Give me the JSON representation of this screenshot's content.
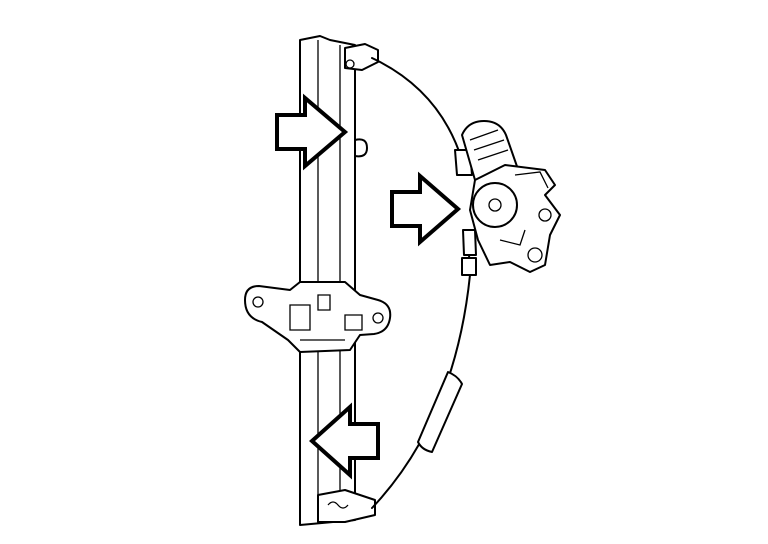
{
  "diagram": {
    "colors": {
      "line": "#000000",
      "background": "#ffffff"
    },
    "arrows": [
      {
        "direction": "right"
      },
      {
        "direction": "right"
      },
      {
        "direction": "left"
      }
    ]
  }
}
